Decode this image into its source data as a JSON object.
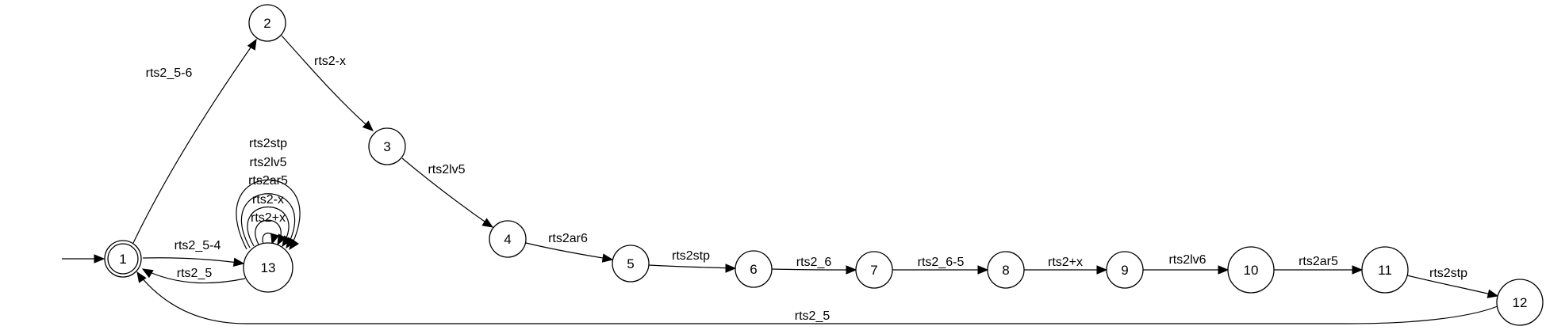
{
  "diagram": {
    "type": "state-machine",
    "nodes": [
      {
        "id": "1",
        "label": "1",
        "accepting": true,
        "initial": true
      },
      {
        "id": "2",
        "label": "2"
      },
      {
        "id": "3",
        "label": "3"
      },
      {
        "id": "4",
        "label": "4"
      },
      {
        "id": "5",
        "label": "5"
      },
      {
        "id": "6",
        "label": "6"
      },
      {
        "id": "7",
        "label": "7"
      },
      {
        "id": "8",
        "label": "8"
      },
      {
        "id": "9",
        "label": "9"
      },
      {
        "id": "10",
        "label": "10"
      },
      {
        "id": "11",
        "label": "11"
      },
      {
        "id": "12",
        "label": "12"
      },
      {
        "id": "13",
        "label": "13"
      }
    ],
    "edges": [
      {
        "from": "1",
        "to": "2",
        "label": "rts2_5-6"
      },
      {
        "from": "1",
        "to": "13",
        "label": "rts2_5-4"
      },
      {
        "from": "13",
        "to": "1",
        "label": "rts2_5"
      },
      {
        "from": "13",
        "to": "13",
        "label": "rts2+x"
      },
      {
        "from": "13",
        "to": "13",
        "label": "rts2-x"
      },
      {
        "from": "13",
        "to": "13",
        "label": "rts2ar5"
      },
      {
        "from": "13",
        "to": "13",
        "label": "rts2lv5"
      },
      {
        "from": "13",
        "to": "13",
        "label": "rts2stp"
      },
      {
        "from": "2",
        "to": "3",
        "label": "rts2-x"
      },
      {
        "from": "3",
        "to": "4",
        "label": "rts2lv5"
      },
      {
        "from": "4",
        "to": "5",
        "label": "rts2ar6"
      },
      {
        "from": "5",
        "to": "6",
        "label": "rts2stp"
      },
      {
        "from": "6",
        "to": "7",
        "label": "rts2_6"
      },
      {
        "from": "7",
        "to": "8",
        "label": "rts2_6-5"
      },
      {
        "from": "8",
        "to": "9",
        "label": "rts2+x"
      },
      {
        "from": "9",
        "to": "10",
        "label": "rts2lv6"
      },
      {
        "from": "10",
        "to": "11",
        "label": "rts2ar5"
      },
      {
        "from": "11",
        "to": "12",
        "label": "rts2stp"
      },
      {
        "from": "12",
        "to": "1",
        "label": "rts2_5"
      }
    ]
  }
}
